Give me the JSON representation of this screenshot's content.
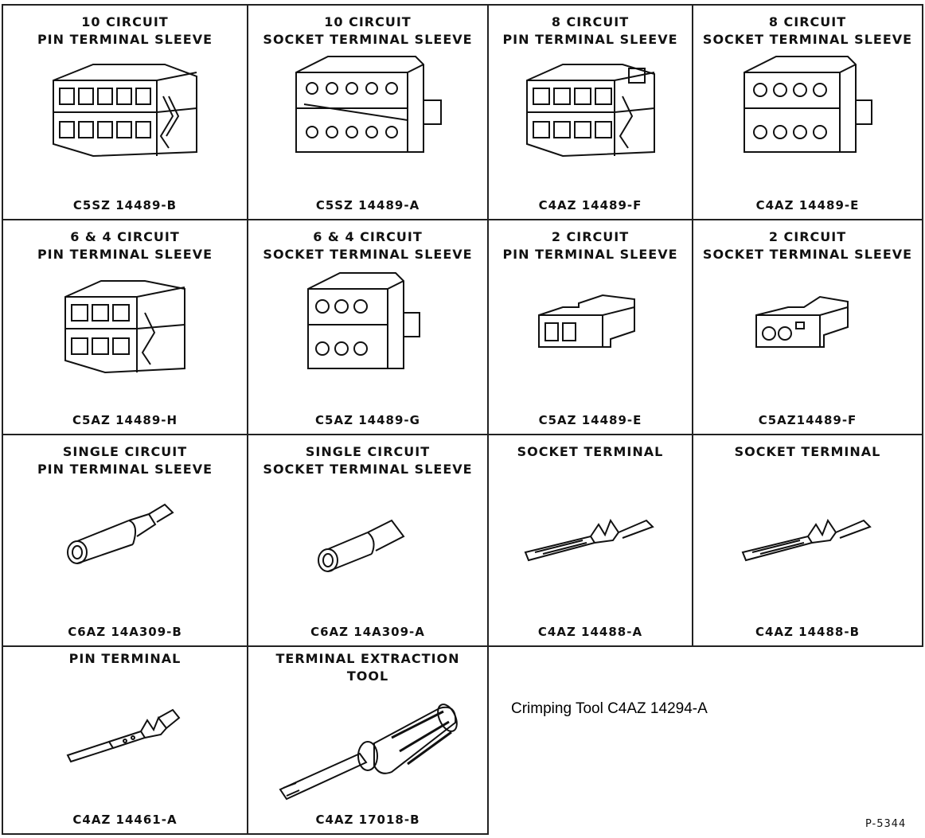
{
  "cells": [
    {
      "title": "10 CIRCUIT\nPIN TERMINAL SLEEVE",
      "part": "C5SZ 14489-B",
      "icon": "pin-sleeve-10-icon"
    },
    {
      "title": "10 CIRCUIT\nSOCKET TERMINAL SLEEVE",
      "part": "C5SZ 14489-A",
      "icon": "socket-sleeve-10-icon"
    },
    {
      "title": "8 CIRCUIT\nPIN TERMINAL SLEEVE",
      "part": "C4AZ 14489-F",
      "icon": "pin-sleeve-8-icon"
    },
    {
      "title": "8 CIRCUIT\nSOCKET TERMINAL SLEEVE",
      "part": "C4AZ 14489-E",
      "icon": "socket-sleeve-8-icon"
    },
    {
      "title": "6 & 4 CIRCUIT\nPIN TERMINAL SLEEVE",
      "part": "C5AZ 14489-H",
      "icon": "pin-sleeve-6-4-icon"
    },
    {
      "title": "6 & 4 CIRCUIT\nSOCKET TERMINAL SLEEVE",
      "part": "C5AZ 14489-G",
      "icon": "socket-sleeve-6-4-icon"
    },
    {
      "title": "2 CIRCUIT\nPIN TERMINAL SLEEVE",
      "part": "C5AZ 14489-E",
      "icon": "pin-sleeve-2-icon"
    },
    {
      "title": "2 CIRCUIT\nSOCKET TERMINAL SLEEVE",
      "part": "C5AZ14489-F",
      "icon": "socket-sleeve-2-icon"
    },
    {
      "title": "SINGLE CIRCUIT\nPIN TERMINAL SLEEVE",
      "part": "C6AZ 14A309-B",
      "icon": "pin-sleeve-single-icon"
    },
    {
      "title": "SINGLE CIRCUIT\nSOCKET TERMINAL SLEEVE",
      "part": "C6AZ 14A309-A",
      "icon": "socket-sleeve-single-icon"
    },
    {
      "title": "SOCKET TERMINAL",
      "part": "C4AZ 14488-A",
      "icon": "socket-terminal-icon"
    },
    {
      "title": "SOCKET TERMINAL",
      "part": "C4AZ 14488-B",
      "icon": "socket-terminal-icon"
    },
    {
      "title": "PIN TERMINAL",
      "part": "C4AZ 14461-A",
      "icon": "pin-terminal-icon"
    },
    {
      "title": "TERMINAL EXTRACTION\nTOOL",
      "part": "C4AZ 17018-B",
      "icon": "extraction-tool-icon"
    }
  ],
  "crimping_tool": "Crimping Tool C4AZ 14294-A",
  "figure_ref": "P-5344"
}
